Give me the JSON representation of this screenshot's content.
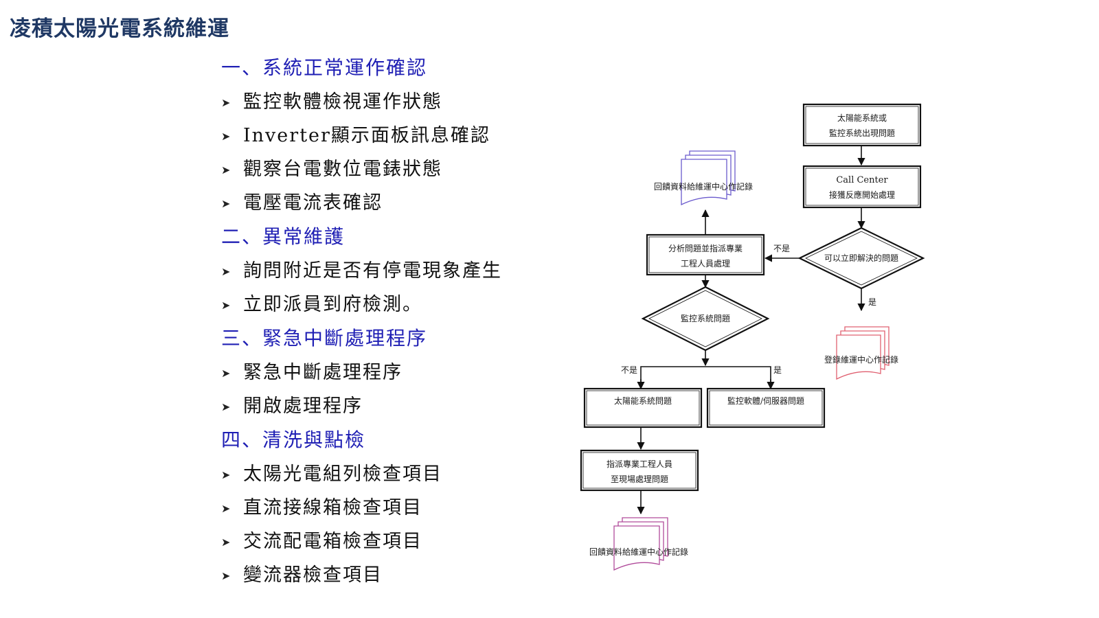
{
  "title": "凌積太陽光電系統維運",
  "sections": [
    {
      "heading": "一、系統正常運作確認",
      "items": [
        "監控軟體檢視運作狀態",
        "Inverter顯示面板訊息確認",
        "觀察台電數位電錶狀態",
        "電壓電流表確認"
      ]
    },
    {
      "heading": "二、異常維護",
      "items": [
        "詢問附近是否有停電現象產生",
        "立即派員到府檢測。"
      ]
    },
    {
      "heading": "三、緊急中斷處理程序",
      "items": [
        "緊急中斷處理程序",
        "開啟處理程序"
      ]
    },
    {
      "heading": "四、清洗與點檢",
      "items": [
        "太陽光電組列檢查項目",
        "直流接線箱檢查項目",
        "交流配電箱檢查項目",
        "變流器檢查項目"
      ]
    }
  ],
  "flowchart": {
    "start_box": [
      "太陽能系統或",
      "監控系統出現問題"
    ],
    "callcenter_box": [
      "Call Center",
      "接獲反應開始處理"
    ],
    "decision_immediate": "可以立即解決的問題",
    "label_no_1": "不是",
    "label_yes_1": "是",
    "record_red": "登錄維運中心作記錄",
    "analyze_box": [
      "分析問題並指派專業",
      "工程人員處理"
    ],
    "feedback_top": "回饋資料給維運中心作記錄",
    "decision_monitor": "監控系統問題",
    "label_no_2": "不是",
    "label_yes_2": "是",
    "solar_box": "太陽能系統問題",
    "monitor_box": "監控軟體/伺服器問題",
    "dispatch_box": [
      "指派專業工程人員",
      "至現場處理問題"
    ],
    "feedback_bottom": "回饋資料給維運中心作記錄",
    "colors": {
      "doc_blue": "#6a5acd",
      "doc_red": "#e06070",
      "doc_magenta": "#b04a9a",
      "heading": "#1f1fb4",
      "title": "#1f3864"
    }
  }
}
